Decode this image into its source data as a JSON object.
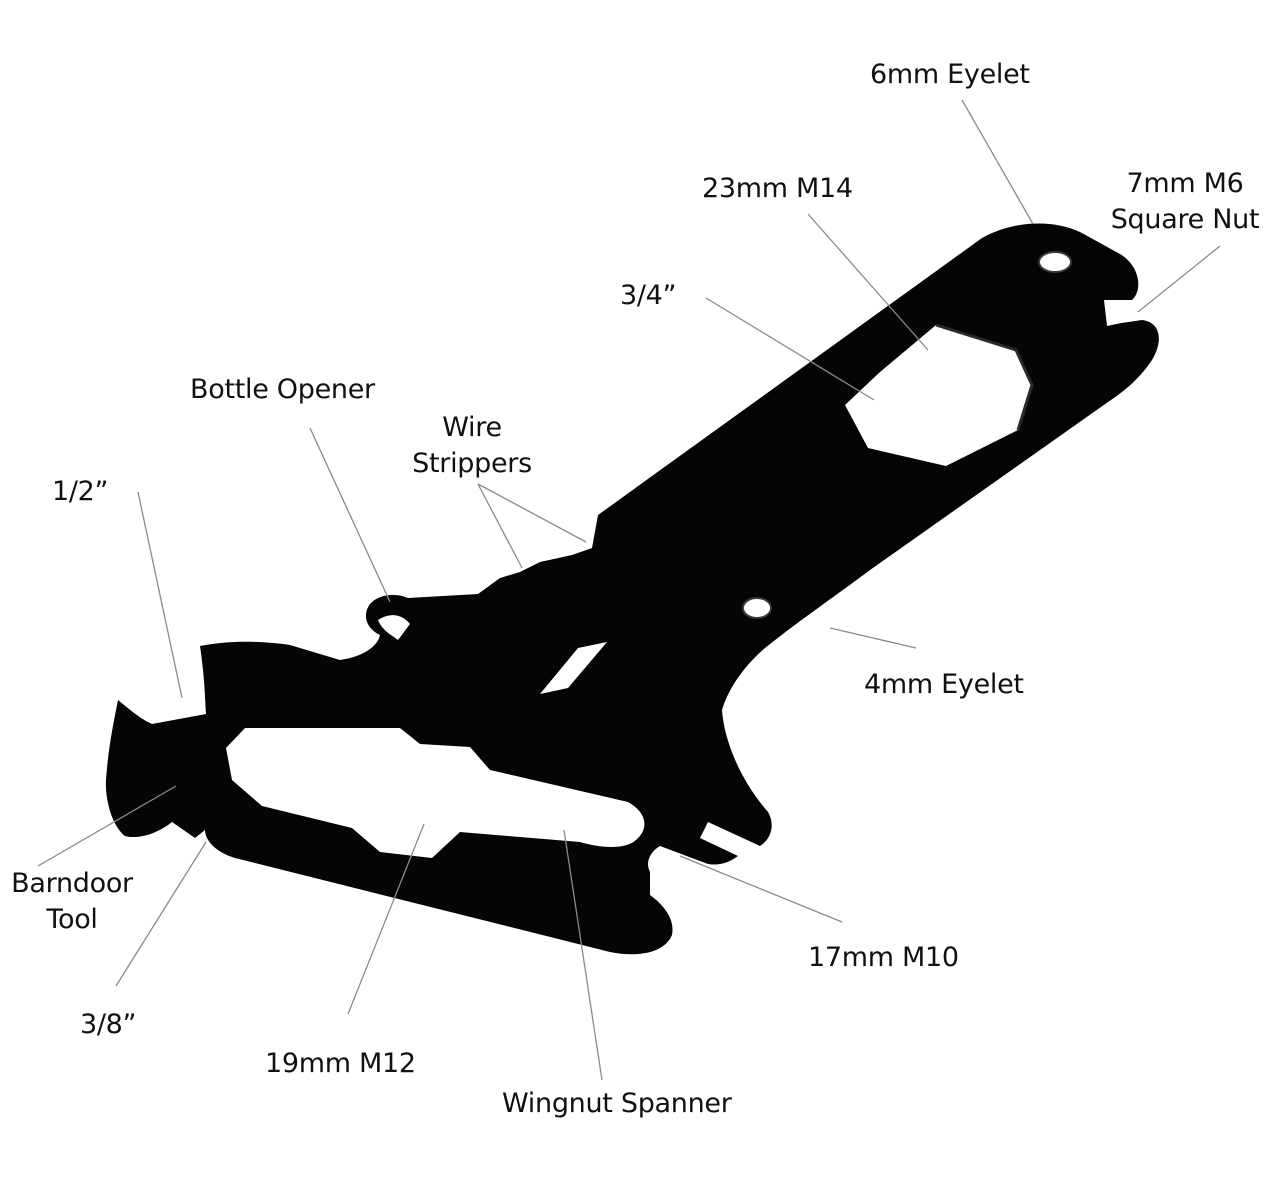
{
  "diagram": {
    "tool_color": "#050505",
    "leader_color": "#8a8a8a",
    "labels": {
      "eyelet_6mm": "6mm Eyelet",
      "m6_square_nut": [
        "7mm M6",
        "Square Nut"
      ],
      "m14_23mm": "23mm M14",
      "three_quarter": "3/4”",
      "bottle_opener": "Bottle Opener",
      "wire_strippers": [
        "Wire",
        "Strippers"
      ],
      "half_inch": "1/2”",
      "eyelet_4mm": "4mm Eyelet",
      "barndoor_tool": [
        "Barndoor",
        "Tool"
      ],
      "three_eighths": "3/8”",
      "m10_17mm": "17mm M10",
      "m12_19mm": "19mm M12",
      "wingnut_spanner": "Wingnut Spanner"
    }
  }
}
